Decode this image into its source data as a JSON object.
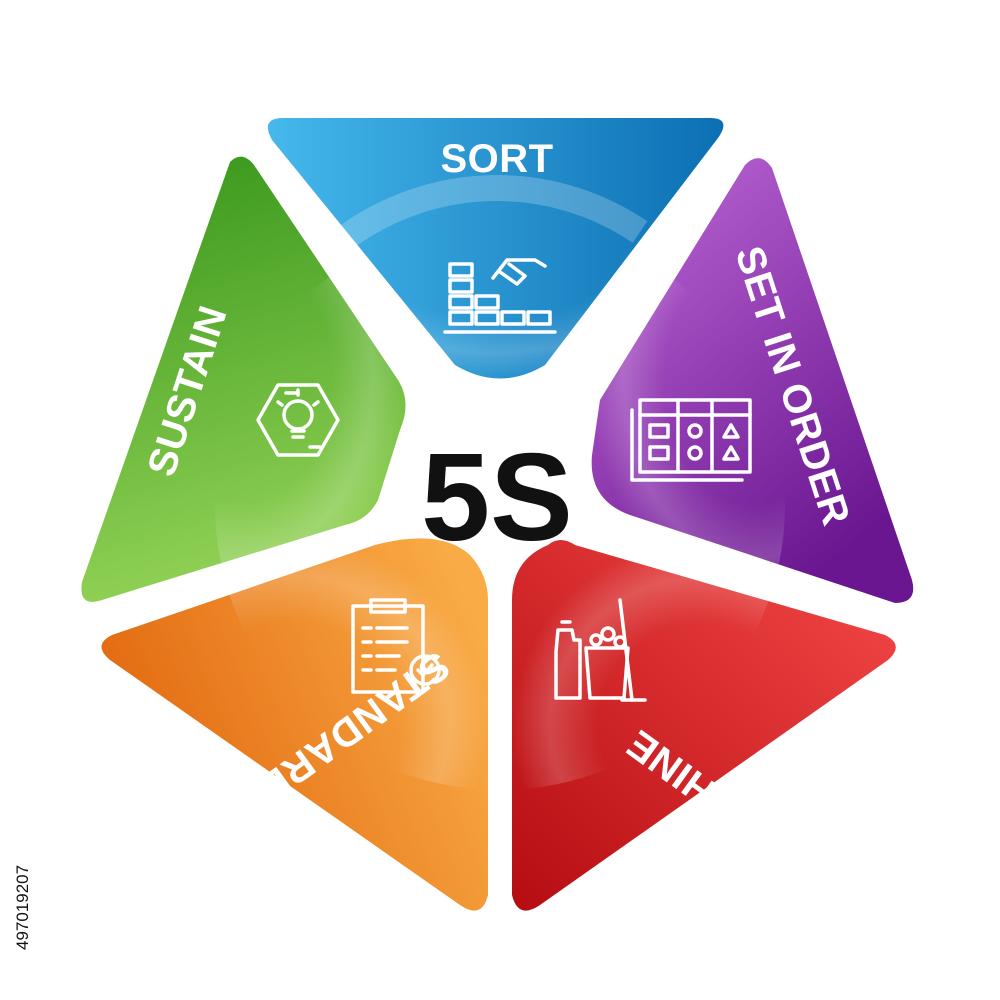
{
  "center_title": "5S",
  "segments": {
    "sort": {
      "label": "SORT",
      "color_light": "#3fb4ea",
      "color_dark": "#0d73b8",
      "icon": "sorting-blocks-hand-icon"
    },
    "set_in_order": {
      "label": "SET IN ORDER",
      "color_light": "#c06ad8",
      "color_dark": "#6f1a92",
      "icon": "organized-board-icon"
    },
    "shine": {
      "label": "SHINE",
      "color_light": "#f2504a",
      "color_dark": "#b80d12",
      "icon": "cleaning-supplies-icon"
    },
    "standardize": {
      "label": "STANDARDIZE",
      "color_light": "#f7a03c",
      "color_dark": "#e0650a",
      "icon": "checklist-clipboard-icon"
    },
    "sustain": {
      "label": "SUSTAIN",
      "color_light": "#8ccf4e",
      "color_dark": "#3a9b1c",
      "icon": "lightbulb-cycle-icon"
    }
  },
  "side_id": "497019207"
}
